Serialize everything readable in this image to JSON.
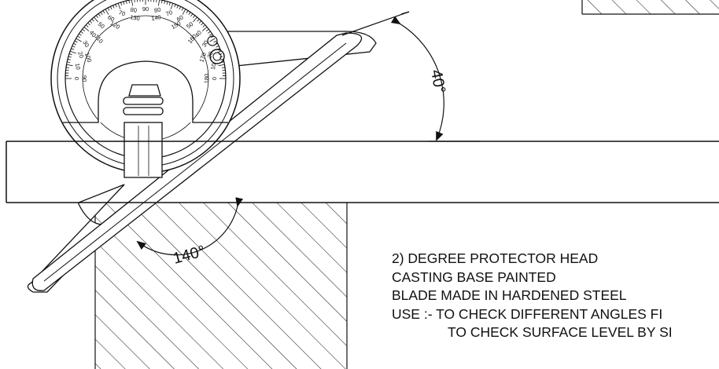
{
  "angles": {
    "upper": "40°",
    "lower": "140°"
  },
  "notes": {
    "title": "2) DEGREE PROTECTOR HEAD",
    "line1": "CASTING BASE PAINTED",
    "line2": "BLADE MADE IN HARDENED STEEL",
    "line3": "USE :- TO CHECK DIFFERENT ANGLES FI",
    "line4": "TO CHECK SURFACE LEVEL BY SI"
  },
  "dial": {
    "outer_ticks": [
      "0",
      "10",
      "20",
      "30",
      "40",
      "50",
      "60",
      "70",
      "80",
      "90",
      "80",
      "70",
      "60",
      "50",
      "40",
      "30",
      "20",
      "10",
      "0"
    ],
    "inner_ticks": [
      "90",
      "100",
      "110",
      "120",
      "130",
      "140",
      "150",
      "160",
      "170",
      "180"
    ]
  },
  "colors": {
    "line": "#111111",
    "background": "#ffffff"
  }
}
